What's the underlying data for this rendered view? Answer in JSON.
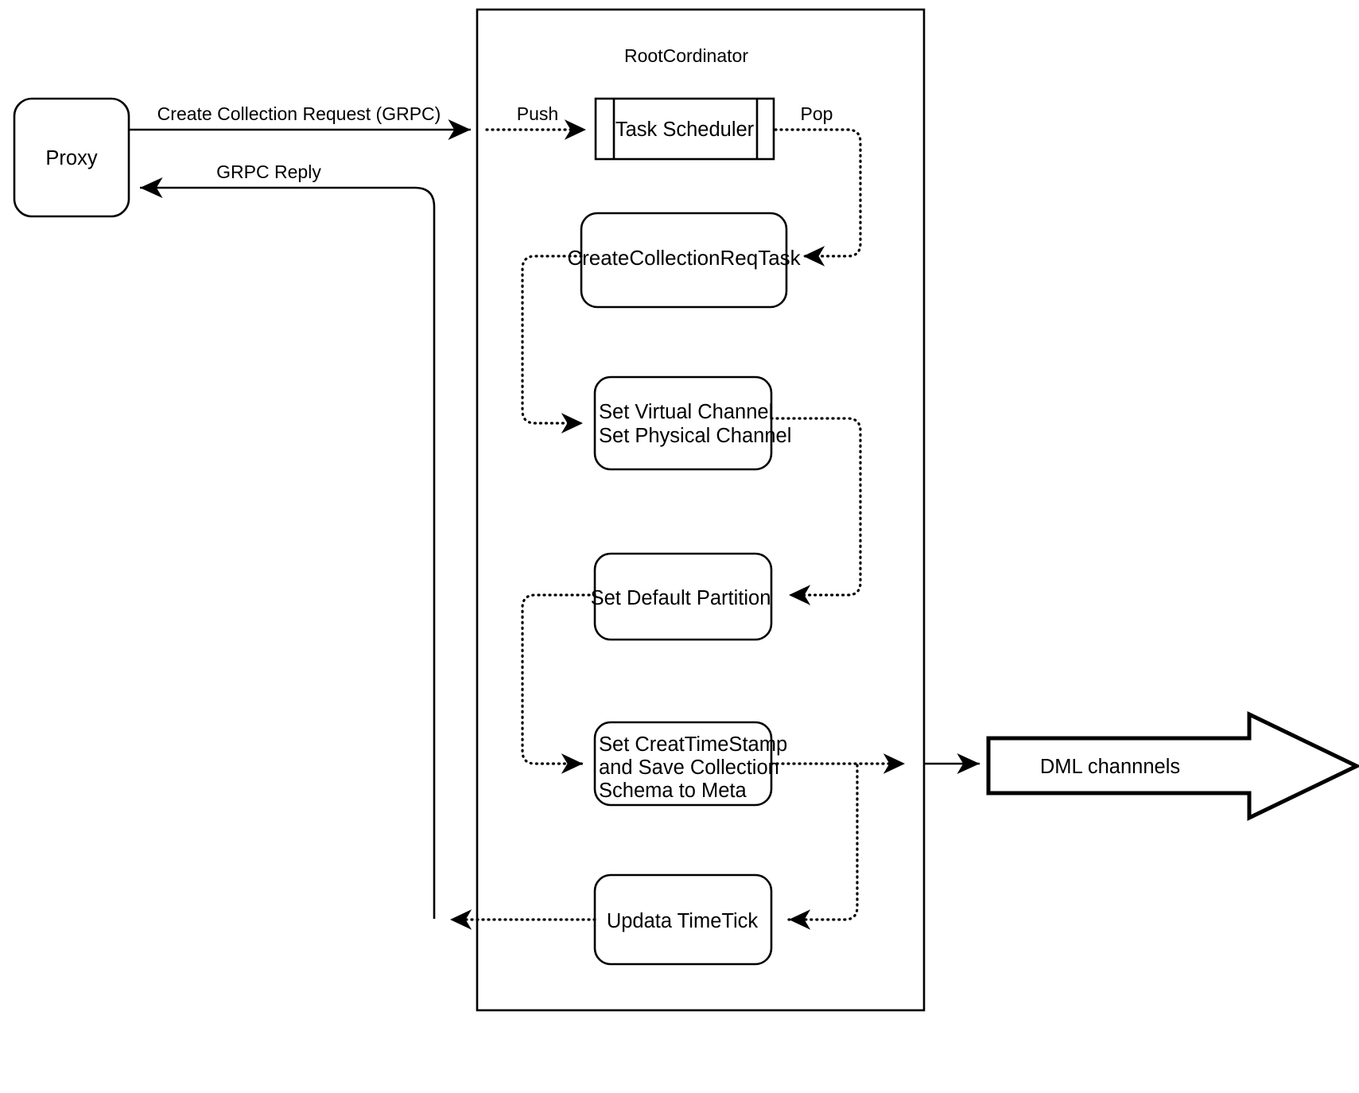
{
  "diagram": {
    "title_label": "RootCordinator",
    "external_nodes": [
      {
        "id": "proxy",
        "label": "Proxy"
      },
      {
        "id": "dml-channels",
        "label": "DML channnels"
      }
    ],
    "internal_nodes": [
      {
        "id": "task-scheduler",
        "label": "Task Scheduler"
      },
      {
        "id": "create-collection-req-task",
        "label": "CreateCollectionReqTask"
      },
      {
        "id": "set-channels",
        "lines": [
          "Set Virtual Channel",
          "Set Physical Channel"
        ]
      },
      {
        "id": "set-default-partition",
        "label": "Set Default Partition"
      },
      {
        "id": "set-timestamp-save-meta",
        "lines": [
          "Set CreatTimeStamp",
          "and Save Collection",
          "Schema to Meta"
        ]
      },
      {
        "id": "update-timetick",
        "label": "Updata TimeTick"
      }
    ],
    "edge_labels": [
      {
        "id": "create-collection-request",
        "label": "Create Collection Request (GRPC)"
      },
      {
        "id": "grpc-reply",
        "label": "GRPC Reply"
      },
      {
        "id": "push",
        "label": "Push"
      },
      {
        "id": "pop",
        "label": "Pop"
      }
    ],
    "colors": {
      "stroke": "#000000",
      "fill": "#ffffff",
      "text": "#000000"
    }
  }
}
